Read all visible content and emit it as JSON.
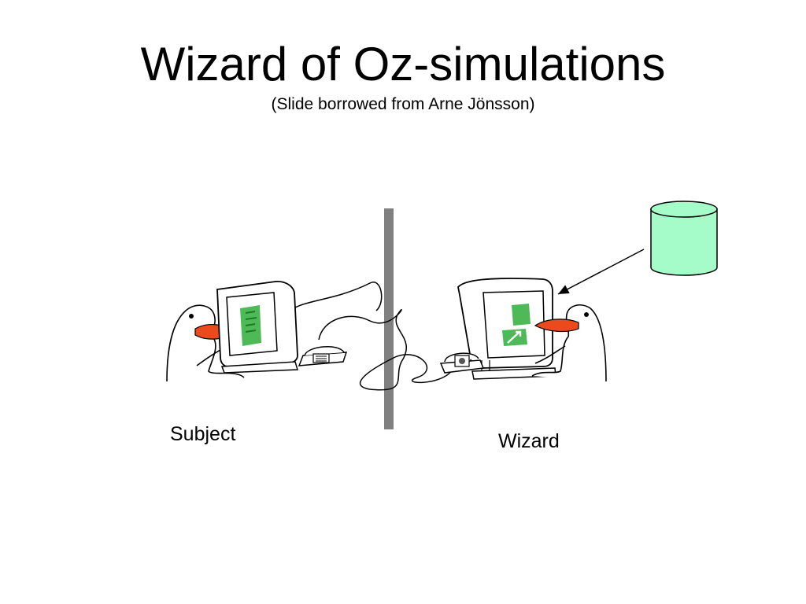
{
  "slide": {
    "title": "Wizard of Oz-simulations",
    "subtitle": "(Slide borrowed from Arne Jönsson)"
  },
  "labels": {
    "subject": "Subject",
    "wizard": "Wizard"
  },
  "icons": {
    "database": "database-cylinder-icon",
    "subject_figure": "bird-character-at-computer",
    "wizard_figure": "bird-character-at-computer",
    "divider": "wall-divider"
  },
  "colors": {
    "database_fill": "#a6fcc8",
    "divider": "#808080",
    "screen_content": "#2fae3a",
    "beak": "#ea4a1c"
  }
}
